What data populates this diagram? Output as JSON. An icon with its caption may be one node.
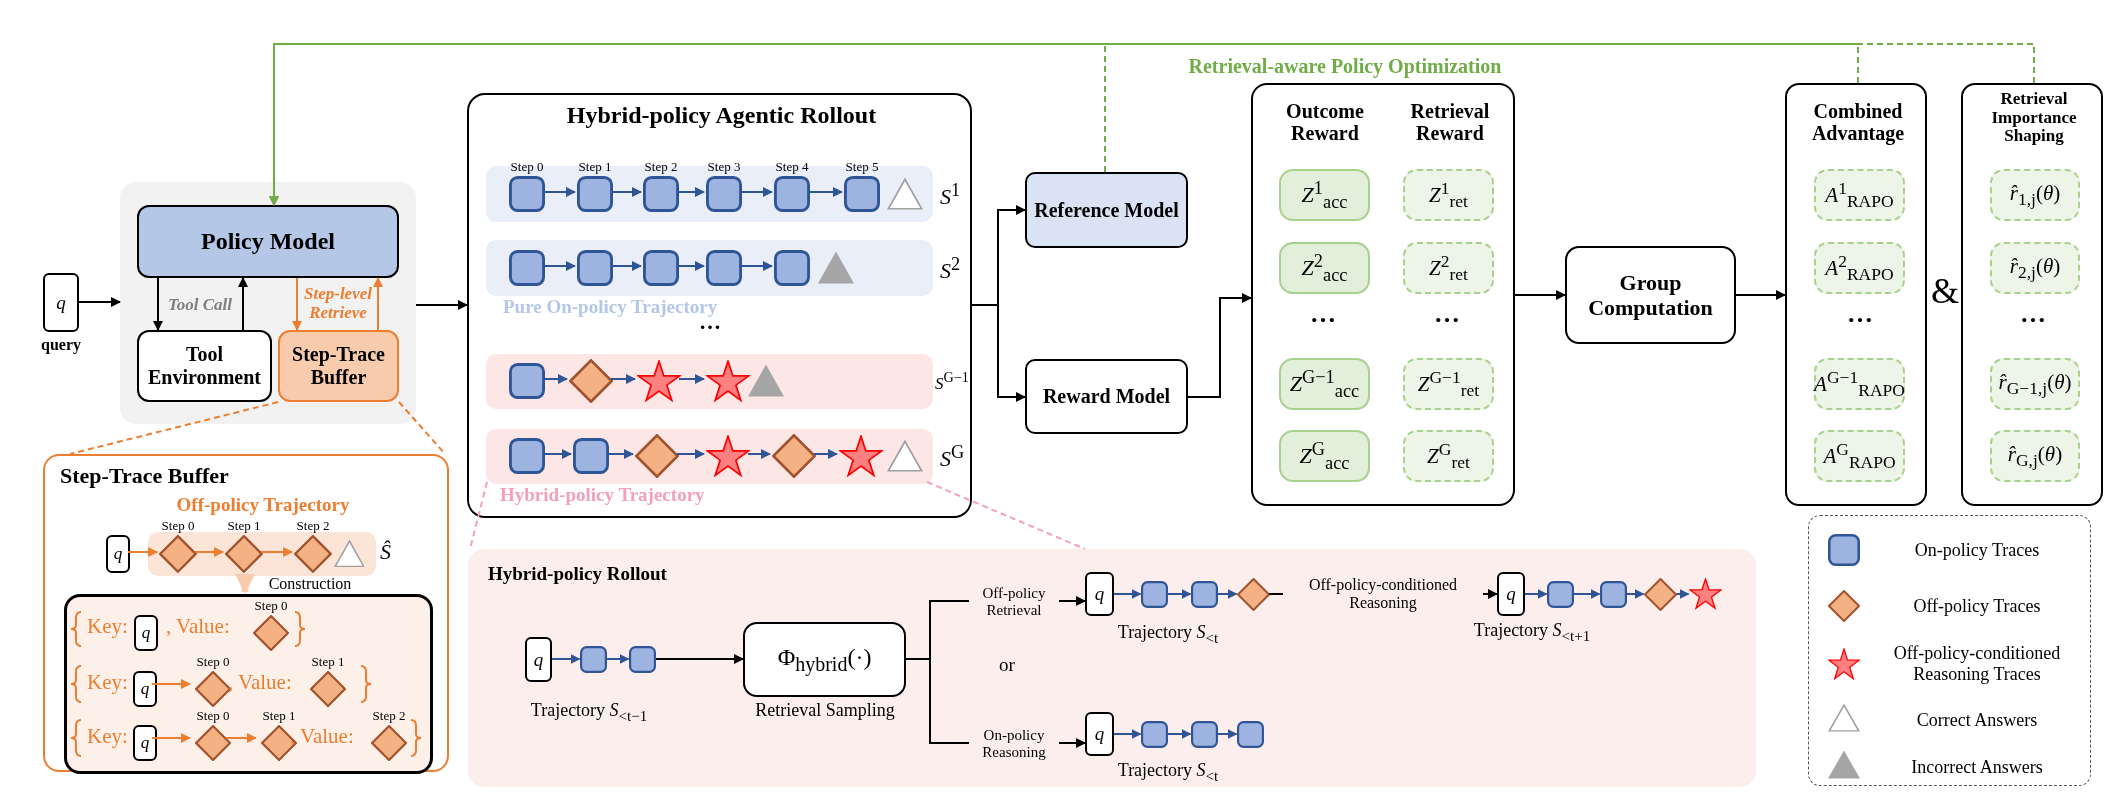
{
  "diagram": {
    "nodes": [
      {
        "text": [
          "*q*"
        ],
        "beside": [
          "query"
        ]
      },
      {
        "text": [],
        "shape": "box"
      },
      {
        "text": [
          "Policy Model"
        ],
        "in": 1
      },
      {
        "text": [
          "Tool Environment"
        ],
        "in": 1
      },
      {
        "text": [
          "Step-Trace Buffer"
        ],
        "in": 1
      },
      {
        "text": [
          "Hybrid-policy Agentic Rollout"
        ]
      },
      {
        "text": [
          "*S*$^{1}$"
        ],
        "in": 5
      },
      {
        "text": [],
        "shape": "box",
        "in": 6,
        "beside": [
          "Step 0"
        ]
      },
      {
        "text": [],
        "shape": "box",
        "in": 6,
        "beside": [
          "Step 1"
        ]
      },
      {
        "text": [],
        "shape": "box",
        "in": 6,
        "beside": [
          "Step 2"
        ]
      },
      {
        "text": [],
        "shape": "box",
        "in": 6,
        "beside": [
          "Step 3"
        ]
      },
      {
        "text": [],
        "shape": "box",
        "in": 6,
        "beside": [
          "Step 4"
        ]
      },
      {
        "text": [],
        "shape": "box",
        "in": 6,
        "beside": [
          "Step 5"
        ]
      },
      {
        "text": [],
        "shape": "triangle",
        "in": 6
      },
      {
        "text": [
          "*S*$^{2}$"
        ],
        "in": 5
      },
      {
        "text": [],
        "shape": "box",
        "in": 14
      },
      {
        "text": [],
        "shape": "box",
        "in": 14
      },
      {
        "text": [],
        "shape": "box",
        "in": 14
      },
      {
        "text": [],
        "shape": "box",
        "in": 14
      },
      {
        "text": [],
        "shape": "box",
        "in": 14
      },
      {
        "text": [],
        "shape": "triangle",
        "in": 14
      },
      {
        "text": [
          "*S*$^{G−1}$"
        ],
        "in": 5
      },
      {
        "text": [],
        "shape": "box",
        "in": 21
      },
      {
        "text": [],
        "shape": "diamond",
        "in": 21
      },
      {
        "text": [],
        "shape": "star",
        "in": 21
      },
      {
        "text": [],
        "shape": "star",
        "in": 21
      },
      {
        "text": [],
        "shape": "triangle",
        "in": 21
      },
      {
        "text": [
          "*S*$^{G}$"
        ],
        "in": 5
      },
      {
        "text": [],
        "shape": "box",
        "in": 27
      },
      {
        "text": [],
        "shape": "box",
        "in": 27
      },
      {
        "text": [],
        "shape": "diamond",
        "in": 27
      },
      {
        "text": [],
        "shape": "star",
        "in": 27
      },
      {
        "text": [],
        "shape": "diamond",
        "in": 27
      },
      {
        "text": [],
        "shape": "star",
        "in": 27
      },
      {
        "text": [],
        "shape": "triangle",
        "in": 27
      },
      {
        "text": [
          "Reference Model"
        ]
      },
      {
        "text": [
          "Reward Model"
        ]
      },
      {
        "text": [
          "Outcome Reward",
          "Retrieval Reward"
        ]
      },
      {
        "text": [
          "*Z*$^{1}$$_{acc}$"
        ],
        "in": 37
      },
      {
        "text": [
          "*Z*$^{2}$$_{acc}$"
        ],
        "in": 37
      },
      {
        "text": [
          "*Z*$^{G−1}$$_{acc}$"
        ],
        "in": 37
      },
      {
        "text": [
          "*Z*$^{G}$$_{acc}$"
        ],
        "in": 37
      },
      {
        "text": [
          "*Z*$^{1}$$_{ret}$"
        ],
        "in": 37
      },
      {
        "text": [
          "*Z*$^{2}$$_{ret}$"
        ],
        "in": 37
      },
      {
        "text": [
          "*Z*$^{G−1}$$_{ret}$"
        ],
        "in": 37
      },
      {
        "text": [
          "*Z*$^{G}$$_{ret}$"
        ],
        "in": 37
      },
      {
        "text": [
          "Group Computation"
        ]
      },
      {
        "text": [
          "Combined Advantage"
        ]
      },
      {
        "text": [
          "*A*$^{1}$$_{RAPO}$"
        ],
        "in": 47
      },
      {
        "text": [
          "*A*$^{2}$$_{RAPO}$"
        ],
        "in": 47
      },
      {
        "text": [
          "*A*$^{G−1}$$_{RAPO}$"
        ],
        "in": 47
      },
      {
        "text": [
          "*A*$^{G}$$_{RAPO}$"
        ],
        "in": 47
      },
      {
        "text": [
          "Retrieval Importance Shaping"
        ]
      },
      {
        "text": [
          "*r̂*$_{1,j}$(*θ*)"
        ],
        "in": 52
      },
      {
        "text": [
          "*r̂*$_{2,j}$(*θ*)"
        ],
        "in": 52
      },
      {
        "text": [
          "*r̂*$_{G−1,j}$(*θ*)"
        ],
        "in": 52
      },
      {
        "text": [
          "*r̂*$_{G,j}$(*θ*)"
        ],
        "in": 52
      },
      {
        "text": [
          "Step-Trace Buffer"
        ]
      },
      {
        "text": [
          "*q*"
        ],
        "in": 57
      },
      {
        "text": [
          "Off-policy Trajectory",
          "*Ŝ*"
        ],
        "in": 57
      },
      {
        "text": [],
        "shape": "diamond",
        "in": 59,
        "beside": [
          "Step 0"
        ]
      },
      {
        "text": [],
        "shape": "diamond",
        "in": 59,
        "beside": [
          "Step 1"
        ]
      },
      {
        "text": [],
        "shape": "diamond",
        "in": 59,
        "beside": [
          "Step 2"
        ]
      },
      {
        "text": [],
        "shape": "triangle",
        "in": 59
      },
      {
        "text": [],
        "shape": "box",
        "in": 57
      },
      {
        "text": [
          "*q*"
        ],
        "in": 64
      },
      {
        "text": [],
        "shape": "diamond",
        "in": 64,
        "beside": [
          "Step 0"
        ]
      },
      {
        "text": [
          "*q*"
        ],
        "in": 64
      },
      {
        "text": [],
        "shape": "diamond",
        "in": 64,
        "beside": [
          "Step 0"
        ]
      },
      {
        "text": [],
        "shape": "diamond",
        "in": 64,
        "beside": [
          "Step 1"
        ]
      },
      {
        "text": [
          "*q*"
        ],
        "in": 64
      },
      {
        "text": [],
        "shape": "diamond",
        "in": 64,
        "beside": [
          "Step 0"
        ]
      },
      {
        "text": [],
        "shape": "diamond",
        "in": 64,
        "beside": [
          "Step 1"
        ]
      },
      {
        "text": [],
        "shape": "diamond",
        "in": 64,
        "beside": [
          "Step 2"
        ]
      },
      {
        "text": [
          "Hybrid-policy Rollout"
        ]
      },
      {
        "text": [
          "*q*"
        ],
        "in": 74,
        "beside": [
          "Trajectory *S*$_{<t−1}$"
        ]
      },
      {
        "text": [],
        "shape": "box",
        "in": 74
      },
      {
        "text": [],
        "shape": "box",
        "in": 74
      },
      {
        "text": [
          "Φ$_{hybrid}$(·)"
        ],
        "in": 74,
        "beside": [
          "Retrieval Sampling"
        ]
      },
      {
        "text": [
          "*q*"
        ],
        "in": 74,
        "beside": [
          "Trajectory *S*$_{<t}$"
        ]
      },
      {
        "text": [],
        "shape": "box",
        "in": 74
      },
      {
        "text": [],
        "shape": "box",
        "in": 74
      },
      {
        "text": [],
        "shape": "diamond",
        "in": 74
      },
      {
        "text": [
          "*q*"
        ],
        "in": 74,
        "beside": [
          "Trajectory *S*$_{<t+1}$"
        ]
      },
      {
        "text": [],
        "shape": "box",
        "in": 74
      },
      {
        "text": [],
        "shape": "box",
        "in": 74
      },
      {
        "text": [],
        "shape": "diamond",
        "in": 74
      },
      {
        "text": [],
        "shape": "star",
        "in": 74
      },
      {
        "text": [
          "*q*"
        ],
        "in": 74,
        "beside": [
          "Trajectory *S*$_{<t}$"
        ]
      },
      {
        "text": [],
        "shape": "box",
        "in": 74
      },
      {
        "text": [],
        "shape": "box",
        "in": 74
      },
      {
        "text": [],
        "shape": "box",
        "in": 74
      }
    ],
    "edges": [
      {
        "from": 0,
        "to": 1,
        "arrow": "to",
        "color": "#000000"
      },
      {
        "from": 2,
        "to": 3,
        "arrow": "to",
        "color": "#000000",
        "label": "Tool Call"
      },
      {
        "from": 3,
        "to": 2,
        "arrow": "to",
        "color": "#000000"
      },
      {
        "from": 2,
        "to": 4,
        "arrow": "to",
        "color": "#ed7d31",
        "label": "Step-level Retrieve"
      },
      {
        "from": 4,
        "to": 2,
        "arrow": "to",
        "color": "#ed7d31"
      },
      {
        "from": 1,
        "to": 5,
        "arrow": "to",
        "color": "#000000"
      },
      {
        "from": 5,
        "to": 35,
        "arrow": "to",
        "color": "#000000"
      },
      {
        "from": 5,
        "to": 36,
        "arrow": "to",
        "color": "#000000"
      },
      {
        "from": 36,
        "to": 37,
        "arrow": "to",
        "color": "#000000"
      },
      {
        "from": 37,
        "to": 46,
        "arrow": "to",
        "color": "#000000"
      },
      {
        "from": 46,
        "to": 47,
        "arrow": "to",
        "color": "#000000"
      },
      {
        "from": 35,
        "to": 2,
        "arrow": "to",
        "style": "dashed",
        "color": "#70ad47"
      },
      {
        "from": 47,
        "to": 2,
        "arrow": "to",
        "style": "dashed",
        "color": "#70ad47",
        "label": "Retrieval-aware Policy Optimization"
      },
      {
        "from": 52,
        "to": 2,
        "arrow": "to",
        "style": "dashed",
        "color": "#70ad47"
      },
      {
        "from": 4,
        "to": 57,
        "arrow": "none",
        "style": "dashed",
        "color": "#ed7d31"
      },
      {
        "from": 4,
        "to": 57,
        "arrow": "none",
        "style": "dashed",
        "color": "#ed7d31"
      },
      {
        "from": 27,
        "to": 74,
        "arrow": "none",
        "style": "dashed",
        "color": "#f4a0b8"
      },
      {
        "from": 27,
        "to": 74,
        "arrow": "none",
        "style": "dashed",
        "color": "#f4a0b8"
      },
      {
        "from": 7,
        "to": 8,
        "arrow": "to"
      },
      {
        "from": 8,
        "to": 9,
        "arrow": "to"
      },
      {
        "from": 9,
        "to": 10,
        "arrow": "to"
      },
      {
        "from": 10,
        "to": 11,
        "arrow": "to"
      },
      {
        "from": 11,
        "to": 12,
        "arrow": "to"
      },
      {
        "from": 15,
        "to": 16,
        "arrow": "to"
      },
      {
        "from": 16,
        "to": 17,
        "arrow": "to"
      },
      {
        "from": 17,
        "to": 18,
        "arrow": "to"
      },
      {
        "from": 18,
        "to": 19,
        "arrow": "to"
      },
      {
        "from": 22,
        "to": 23,
        "arrow": "to"
      },
      {
        "from": 23,
        "to": 24,
        "arrow": "to"
      },
      {
        "from": 24,
        "to": 25,
        "arrow": "to"
      },
      {
        "from": 28,
        "to": 29,
        "arrow": "to"
      },
      {
        "from": 29,
        "to": 30,
        "arrow": "to"
      },
      {
        "from": 30,
        "to": 31,
        "arrow": "to"
      },
      {
        "from": 31,
        "to": 32,
        "arrow": "to"
      },
      {
        "from": 32,
        "to": 33,
        "arrow": "to"
      },
      {
        "from": 58,
        "to": 60,
        "arrow": "to",
        "color": "#ed7d31"
      },
      {
        "from": 60,
        "to": 61,
        "arrow": "to",
        "color": "#ed7d31"
      },
      {
        "from": 61,
        "to": 62,
        "arrow": "to",
        "color": "#ed7d31"
      },
      {
        "from": 59,
        "to": 64,
        "arrow": "to",
        "style": "thick",
        "color": "#f8cbad",
        "label": "Construction"
      },
      {
        "from": 67,
        "to": 68,
        "arrow": "to",
        "color": "#ed7d31"
      },
      {
        "from": 70,
        "to": 71,
        "arrow": "to",
        "color": "#ed7d31"
      },
      {
        "from": 71,
        "to": 72,
        "arrow": "to",
        "color": "#ed7d31"
      },
      {
        "from": 75,
        "to": 76,
        "arrow": "to"
      },
      {
        "from": 76,
        "to": 77,
        "arrow": "to"
      },
      {
        "from": 77,
        "to": 78,
        "arrow": "to",
        "color": "#000000"
      },
      {
        "from": 78,
        "to": 79,
        "arrow": "to",
        "color": "#000000",
        "label": "Off-policy Retrieval"
      },
      {
        "from": 79,
        "to": 80,
        "arrow": "to"
      },
      {
        "from": 80,
        "to": 81,
        "arrow": "to"
      },
      {
        "from": 81,
        "to": 82,
        "arrow": "to"
      },
      {
        "from": 82,
        "to": 83,
        "arrow": "to",
        "color": "#000000",
        "label": "Off-policy-conditioned Reasoning"
      },
      {
        "from": 83,
        "to": 84,
        "arrow": "to"
      },
      {
        "from": 84,
        "to": 85,
        "arrow": "to"
      },
      {
        "from": 85,
        "to": 86,
        "arrow": "to"
      },
      {
        "from": 86,
        "to": 87,
        "arrow": "to"
      },
      {
        "from": 78,
        "to": 88,
        "arrow": "to",
        "color": "#000000",
        "label": "On-policy Reasoning"
      },
      {
        "from": 88,
        "to": 89,
        "arrow": "to"
      },
      {
        "from": 89,
        "to": 90,
        "arrow": "to"
      },
      {
        "from": 90,
        "to": 91,
        "arrow": "to"
      }
    ],
    "labels": [
      "Pure On-policy Trajectory",
      "…",
      "Hybrid-policy Trajectory",
      "…",
      "…",
      "…",
      "&",
      "…",
      "Key:",
      ", Value:",
      "Key:",
      ", Value:",
      "Key:",
      ", Value:",
      "or"
    ],
    "legend": [
      {
        "text": "On-policy Traces"
      },
      {
        "text": "Off-policy Traces"
      },
      {
        "text": "Off-policy-conditioned Reasoning Traces"
      },
      {
        "text": "Correct Answers"
      },
      {
        "text": "Incorrect Answers"
      }
    ]
  }
}
